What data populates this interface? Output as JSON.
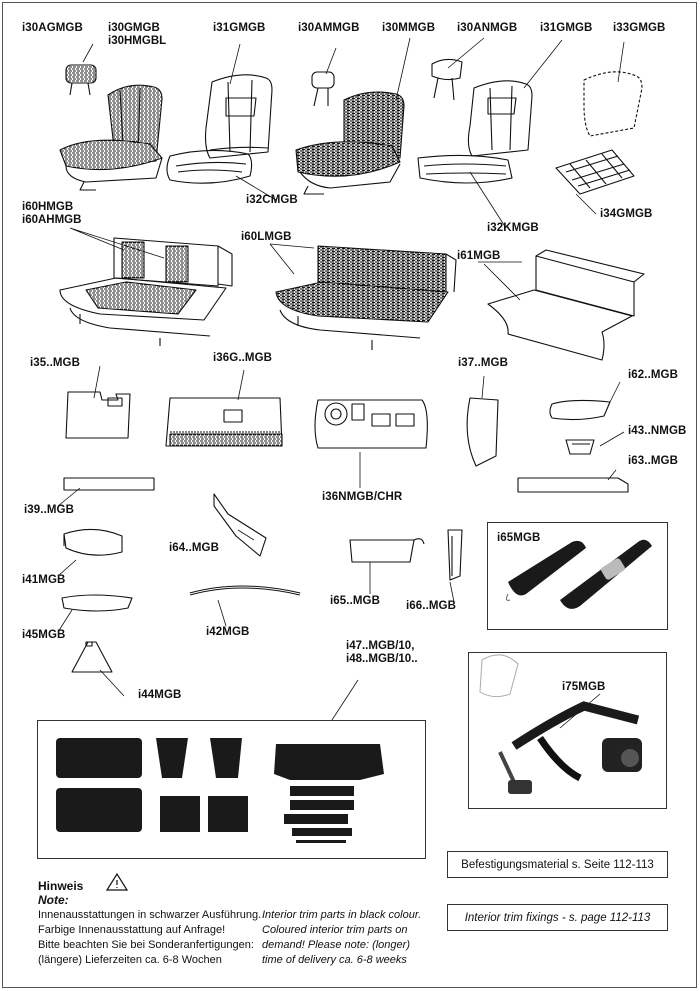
{
  "labels": {
    "i30agmgb": "i30AGMGB",
    "i30gmgb": "i30GMGB",
    "i30hmgbl": "i30HMGBL",
    "i31gmgb_a": "i31GMGB",
    "i30ammgb": "i30AMMGB",
    "i30mmgb": "i30MMGB",
    "i30anmgb": "i30ANMGB",
    "i31gmgb_b": "i31GMGB",
    "i33gmgb": "i33GMGB",
    "i32cmgb": "i32CMGB",
    "i32kmgb": "i32KMGB",
    "i34gmgb": "i34GMGB",
    "i60hmgb": "i60HMGB",
    "i60ahmgb": "i60AHMGB",
    "i60lmgb": "i60LMGB",
    "i61mgb": "i61MGB",
    "i35mgb": "i35..MGB",
    "i36gmgb": "i36G..MGB",
    "i37mgb": "i37..MGB",
    "i62mgb": "i62..MGB",
    "i43nmgb": "i43..NMGB",
    "i63mgb": "i63..MGB",
    "i36nmgb": "i36NMGB/CHR",
    "i39mgb": "i39..MGB",
    "i64mgb": "i64..MGB",
    "i65mgb": "i65..MGB",
    "i66mgb": "i66..MGB",
    "i65mgb_box": "i65MGB",
    "i41mgb": "i41MGB",
    "i45mgb": "i45MGB",
    "i42mgb": "i42MGB",
    "i44mgb": "i44MGB",
    "i47mgb": "i47..MGB/10,",
    "i48mgb": "i48..MGB/10..",
    "i75mgb": "i75MGB"
  },
  "note": {
    "heading": "Hinweis",
    "subheading": "Note:",
    "de_lines": [
      "Innenausstattungen in schwarzer Ausführung.",
      "Farbige Innenausstattung auf Anfrage!",
      "Bitte beachten Sie bei Sonderanfertigungen:",
      "(längere) Lieferzeiten ca. 6-8 Wochen"
    ],
    "en_lines": [
      "Interior trim parts in black colour.",
      "Coloured interior trim parts on",
      "demand! Please note: (longer)",
      "time of delivery ca. 6-8 weeks"
    ]
  },
  "fixings": {
    "de": "Befestigungsmaterial s. Seite 112-113",
    "en": "Interior trim fixings - s. page 112-113"
  },
  "icons": [
    "warning-triangle-icon"
  ]
}
